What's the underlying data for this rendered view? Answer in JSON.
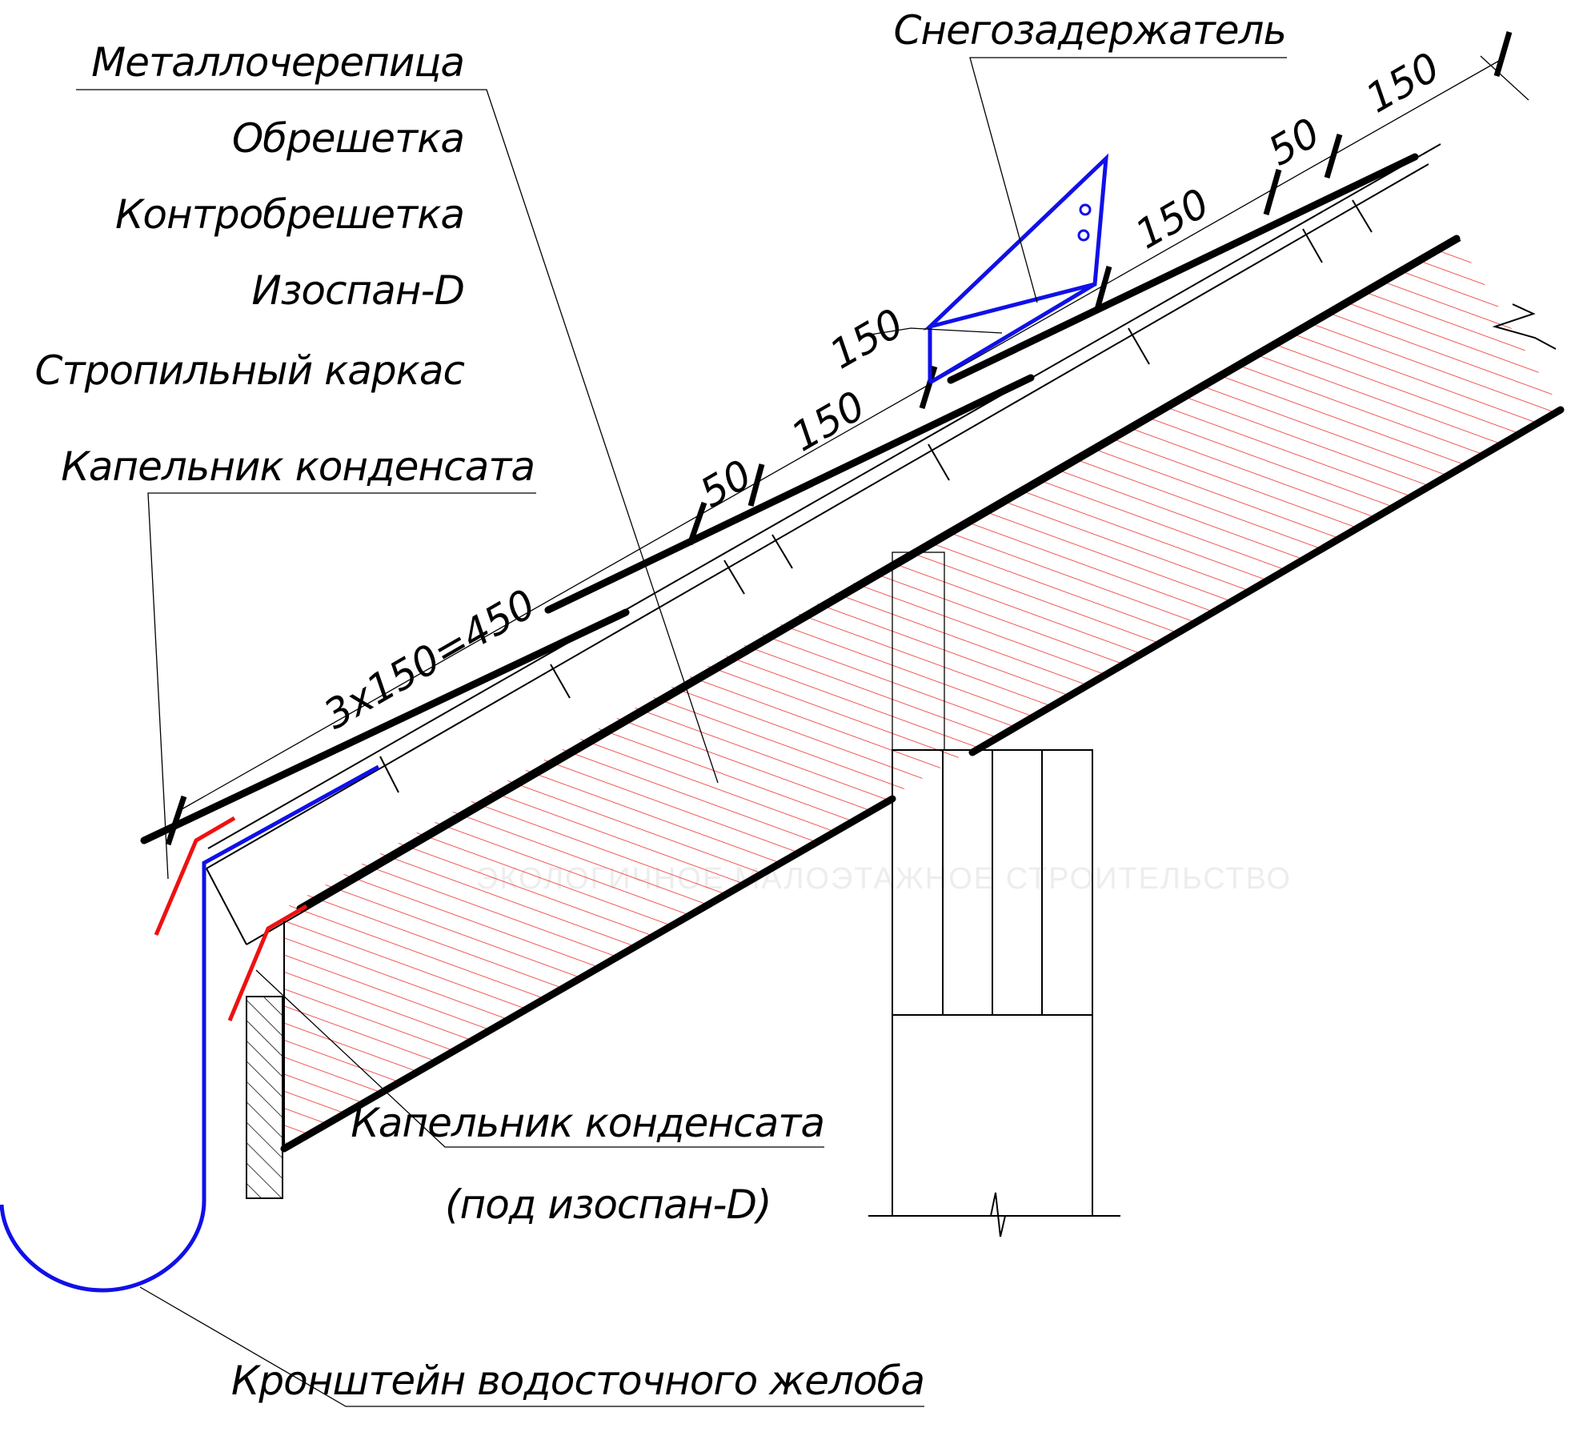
{
  "labels": {
    "metal_tile": "Металлочерепица",
    "batten": "Обрешетка",
    "counter_batten": "Контробрешетка",
    "membrane": "Изоспан-D",
    "rafter_frame": "Стропильный каркас",
    "drip_top": "Капельник конденсата",
    "snow_guard": "Снегозадержатель",
    "drip_bottom": "Капельник конденсата",
    "drip_bottom_note": "(под изоспан-D)",
    "gutter_bracket": "Кронштейн водосточного желоба"
  },
  "dimensions": {
    "d1": "3x150=450",
    "d2": "50",
    "d3": "150",
    "d4": "150",
    "d5": "150",
    "d6": "50",
    "d7": "150"
  },
  "watermark": {
    "text": "ЭКОЛОГИЧНОЕ МАЛОЭТАЖНОЕ СТРОИТЕЛЬСТВО"
  },
  "colors": {
    "line": "#000000",
    "snow_guard": "#1010e8",
    "drip": "#ee1111",
    "hatch": "#ee1111"
  }
}
